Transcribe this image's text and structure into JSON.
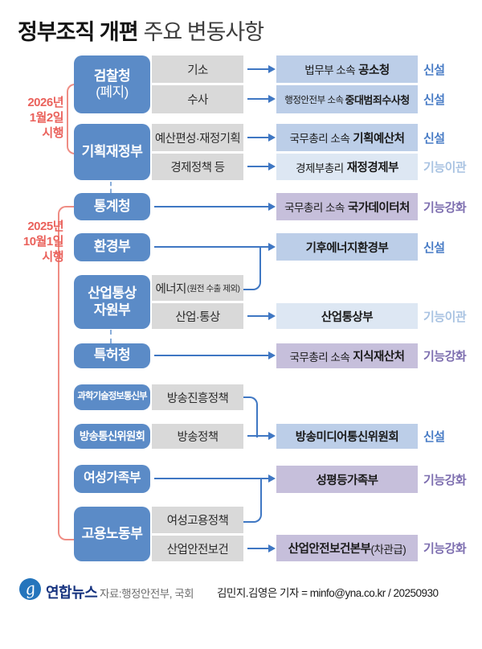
{
  "title": {
    "main": "정부조직 개편",
    "sub": "주요 변동사항"
  },
  "dates": [
    {
      "l1": "2026년",
      "l2": "1월2일",
      "l3": "시행"
    },
    {
      "l1": "2025년",
      "l2": "10월1일",
      "l3": "시행"
    }
  ],
  "ministries": [
    {
      "name": "검찰청",
      "note": "(폐지)"
    },
    {
      "name": "기획재정부"
    },
    {
      "name": "통계청"
    },
    {
      "name": "환경부"
    },
    {
      "name": "산업통상",
      "name2": "자원부"
    },
    {
      "name": "특허청"
    },
    {
      "name": "과학기술정보통신부"
    },
    {
      "name": "방송통신위원회"
    },
    {
      "name": "여성가족부"
    },
    {
      "name": "고용노동부"
    }
  ],
  "functions": [
    {
      "label": "기소"
    },
    {
      "label": "수사"
    },
    {
      "label": "예산편성·재정기획"
    },
    {
      "label": "경제정책 등"
    },
    {
      "label": "에너지",
      "sub": "(원전 수출 제외)"
    },
    {
      "label": "산업·통상"
    },
    {
      "label": "방송진흥정책"
    },
    {
      "label": "방송정책"
    },
    {
      "label": "여성고용정책"
    },
    {
      "label": "산업안전보건"
    }
  ],
  "results": [
    {
      "prefix": "법무부 소속",
      "name": "공소청",
      "status": "신설"
    },
    {
      "prefix": "행정안전부 소속",
      "name": "중대범죄수사청",
      "status": "신설"
    },
    {
      "prefix": "국무총리 소속",
      "name": "기획예산처",
      "status": "신설"
    },
    {
      "prefix": "경제부총리",
      "name": "재정경제부",
      "status": "기능이관"
    },
    {
      "prefix": "국무총리 소속",
      "name": "국가데이터처",
      "status": "기능강화"
    },
    {
      "name": "기후에너지환경부",
      "status": "신설"
    },
    {
      "name": "산업통상부",
      "status": "기능이관"
    },
    {
      "prefix": "국무총리 소속",
      "name": "지식재산처",
      "status": "기능강화"
    },
    {
      "name": "방송미디어통신위원회",
      "status": "신설"
    },
    {
      "name": "성평등가족부",
      "status": "기능강화"
    },
    {
      "name": "산업안전보건본부",
      "suffix": "(차관급)",
      "status": "기능강화"
    }
  ],
  "colors": {
    "ministry_blue": "#5b8bc7",
    "function_gray": "#d9d9d9",
    "new_box": "#bccee8",
    "transfer_box": "#dde7f3",
    "strong_box": "#c6bfdb",
    "new_text": "#4a7dc6",
    "transfer_text": "#a9c3e2",
    "strong_text": "#7e6fb0",
    "date_red": "#ea625c",
    "arrow_blue": "#3f77c3"
  },
  "footer": {
    "logo_text": "연합뉴스",
    "source": "자료:행정안전부, 국회",
    "byline": "김민지.김영은 기자 = minfo@yna.co.kr / 20250930"
  }
}
